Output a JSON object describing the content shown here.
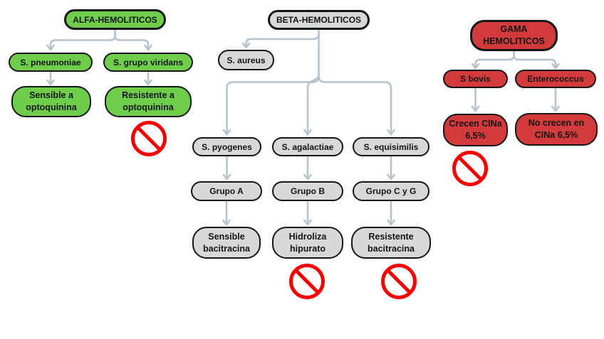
{
  "palette": {
    "alfa_fill": "#6ece4c",
    "beta_fill": "#d8d8d8",
    "gama_fill": "#d23a3b",
    "node_border": "#161616",
    "text": "#141414",
    "connector": "#b6c1cb",
    "prohibition": "#f70000",
    "background": "#ffffff"
  },
  "icons": {
    "prohibition": "no-sign-circle-slash",
    "arrowhead": "chevron-down-arrowhead"
  },
  "alfa": {
    "root": "ALFA-HEMOLITICOS",
    "branches": [
      {
        "name": "S. pneumoniae",
        "result_lines": [
          "Sensible a",
          "optoquinina"
        ],
        "prohibited": false
      },
      {
        "name": "S. grupo viridans",
        "result_lines": [
          "Resistente a",
          "optoquinina"
        ],
        "prohibited": true
      }
    ]
  },
  "beta": {
    "root": "BETA-HEMOLITICOS",
    "offshoot": "S. aureus",
    "branches": [
      {
        "species": "S. pyogenes",
        "group": "Grupo A",
        "result_lines": [
          "Sensible",
          "bacitracina"
        ],
        "prohibited": false
      },
      {
        "species": "S. agalactiae",
        "group": "Grupo B",
        "result_lines": [
          "Hidroliza",
          "hipurato"
        ],
        "prohibited": true
      },
      {
        "species": "S. equisimilis",
        "group": "Grupo C y G",
        "result_lines": [
          "Resistente",
          "bacitracina"
        ],
        "prohibited": true
      }
    ]
  },
  "gama": {
    "root_lines": [
      "GAMA",
      "HEMOLITICOS"
    ],
    "branches": [
      {
        "name": "S bovis",
        "result_lines": [
          "Crecen ClNa",
          "6,5%"
        ],
        "prohibited": true
      },
      {
        "name": "Enterococcus",
        "result_lines": [
          "No crecen en",
          "ClNa 6,5%"
        ],
        "prohibited": false
      }
    ]
  }
}
